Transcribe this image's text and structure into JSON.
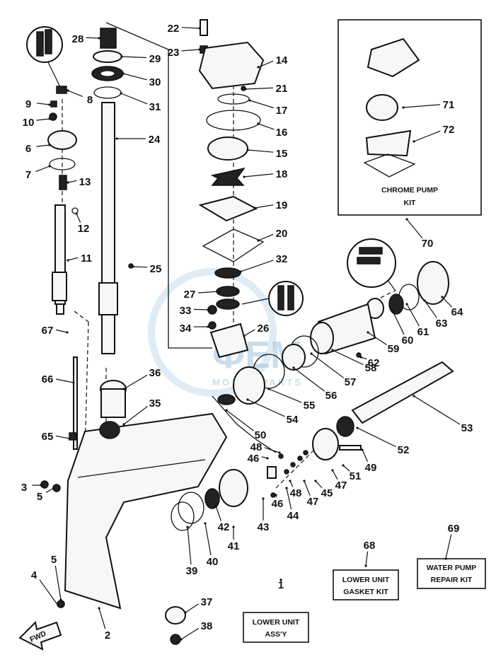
{
  "watermark": {
    "brand": "ФЕМ",
    "sub": "MOTOR PARTS"
  },
  "boxes": {
    "chrome_pump": [
      "CHROME PUMP",
      "KIT"
    ],
    "lower_unit_assy": [
      "LOWER UNIT",
      "ASS'Y"
    ],
    "lower_unit_gasket": [
      "LOWER UNIT",
      "GASKET KIT"
    ],
    "water_pump_repair": [
      "WATER PUMP",
      "REPAIR KIT"
    ]
  },
  "fwd_label": "FWD",
  "parts": [
    {
      "n": "22"
    },
    {
      "n": "23"
    },
    {
      "n": "14"
    },
    {
      "n": "21"
    },
    {
      "n": "17"
    },
    {
      "n": "16"
    },
    {
      "n": "15"
    },
    {
      "n": "18"
    },
    {
      "n": "19"
    },
    {
      "n": "20"
    },
    {
      "n": "32"
    },
    {
      "n": "27"
    },
    {
      "n": "33"
    },
    {
      "n": "34"
    },
    {
      "n": "26"
    },
    {
      "n": "28"
    },
    {
      "n": "29"
    },
    {
      "n": "30"
    },
    {
      "n": "31"
    },
    {
      "n": "24"
    },
    {
      "n": "25"
    },
    {
      "n": "9"
    },
    {
      "n": "8"
    },
    {
      "n": "10"
    },
    {
      "n": "6"
    },
    {
      "n": "7"
    },
    {
      "n": "13"
    },
    {
      "n": "12"
    },
    {
      "n": "11"
    },
    {
      "n": "67"
    },
    {
      "n": "66"
    },
    {
      "n": "65"
    },
    {
      "n": "36"
    },
    {
      "n": "35"
    },
    {
      "n": "3"
    },
    {
      "n": "5"
    },
    {
      "n": "5"
    },
    {
      "n": "4"
    },
    {
      "n": "2"
    },
    {
      "n": "37"
    },
    {
      "n": "38"
    },
    {
      "n": "39"
    },
    {
      "n": "40"
    },
    {
      "n": "42"
    },
    {
      "n": "41"
    },
    {
      "n": "43"
    },
    {
      "n": "46"
    },
    {
      "n": "46"
    },
    {
      "n": "48"
    },
    {
      "n": "48"
    },
    {
      "n": "44"
    },
    {
      "n": "47"
    },
    {
      "n": "47"
    },
    {
      "n": "45"
    },
    {
      "n": "51"
    },
    {
      "n": "49"
    },
    {
      "n": "52"
    },
    {
      "n": "53"
    },
    {
      "n": "50"
    },
    {
      "n": "54"
    },
    {
      "n": "55"
    },
    {
      "n": "56"
    },
    {
      "n": "57"
    },
    {
      "n": "58"
    },
    {
      "n": "59"
    },
    {
      "n": "62"
    },
    {
      "n": "60"
    },
    {
      "n": "61"
    },
    {
      "n": "63"
    },
    {
      "n": "64"
    },
    {
      "n": "70"
    },
    {
      "n": "71"
    },
    {
      "n": "72"
    },
    {
      "n": "1"
    },
    {
      "n": "68"
    },
    {
      "n": "69"
    }
  ]
}
